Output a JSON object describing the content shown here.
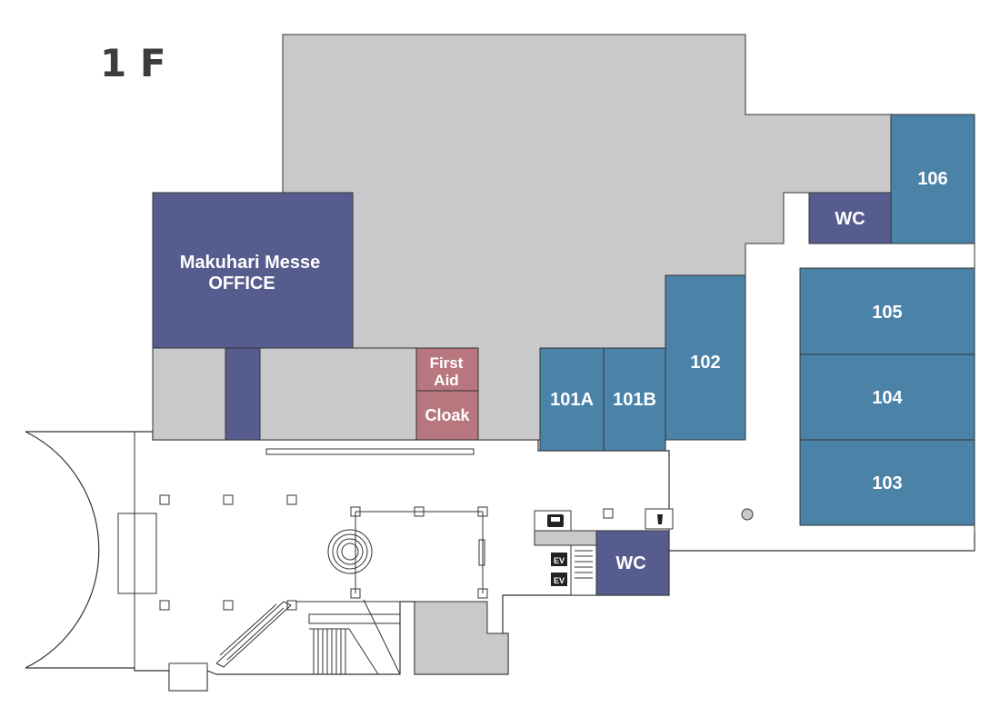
{
  "floor_label": "1 F",
  "colors": {
    "hall_gray": "#c8c9cb",
    "office_navy": "#575c8e",
    "room_blue": "#4a82a8",
    "service_pink": "#b8767f",
    "outline": "#333333"
  },
  "rooms": {
    "office_line1": "Makuhari Messe",
    "office_line2": "OFFICE",
    "first_aid_line1": "First",
    "first_aid_line2": "Aid",
    "cloak": "Cloak",
    "r101a": "101A",
    "r101b": "101B",
    "r102": "102",
    "r103": "103",
    "r104": "104",
    "r105": "105",
    "r106": "106",
    "wc_upper": "WC",
    "wc_lower": "WC"
  },
  "facilities": {
    "elevator_1": "EV",
    "elevator_2": "EV",
    "telephone": "telephone-icon",
    "drink": "vending-machine-icon"
  }
}
